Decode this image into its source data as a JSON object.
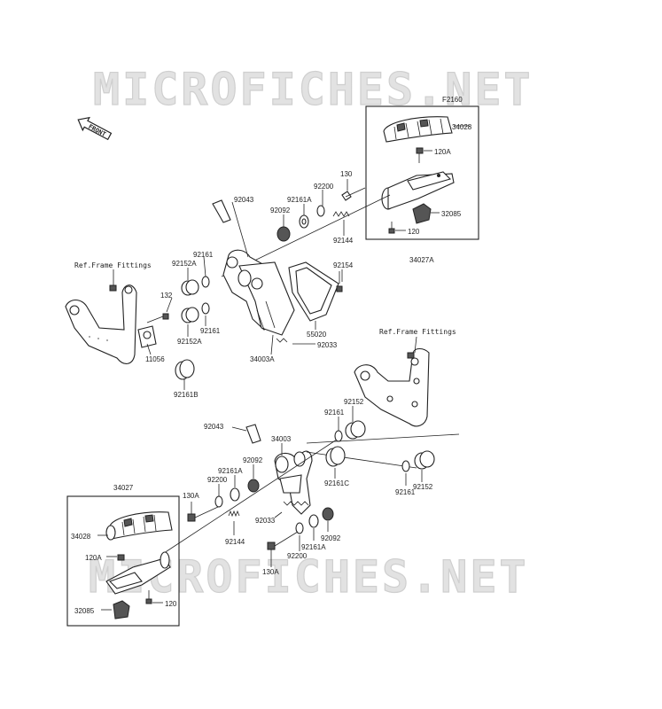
{
  "watermarks": [
    "MICROFICHES.NET",
    "MICROFICHES.NET"
  ],
  "diagram_code": "F2160",
  "front_label": "FRONT",
  "labels": {
    "p34028_top": "34028",
    "p120A_top": "120A",
    "p32085_top": "32085",
    "p120_top": "120",
    "p34027A": "34027A",
    "p130_top": "130",
    "p92200_top": "92200",
    "p92161A_top": "92161A",
    "p92092_top": "92092",
    "p92043_top": "92043",
    "p92144_top": "92144",
    "p92154": "92154",
    "p92161_a": "92161",
    "p92152A_a": "92152A",
    "p132": "132",
    "p92152A_b": "92152A",
    "p92161_b": "92161",
    "p11056": "11056",
    "p92161B": "92161B",
    "p55020": "55020",
    "p92033_top": "92033",
    "p34003A": "34003A",
    "p92152_top": "92152",
    "p92161_c": "92161",
    "p92043_bot": "92043",
    "p34003": "34003",
    "p92161A_bot1": "92161A",
    "p92092_bot1": "92092",
    "p92200_bot1": "92200",
    "p130A_top": "130A",
    "p92161C": "92161C",
    "p92152_bot": "92152",
    "p92161_d": "92161",
    "p34027": "34027",
    "p34028_bot": "34028",
    "p120A_bot": "120A",
    "p32085_bot": "32085",
    "p120_bot": "120",
    "p92144_bot": "92144",
    "p92033_bot": "92033",
    "p92092_bot2": "92092",
    "p92161A_bot2": "92161A",
    "p92200_bot2": "92200",
    "p130A_bot": "130A"
  },
  "notes": {
    "ref_frame_left": "Ref.Frame Fittings",
    "ref_frame_right": "Ref.Frame Fittings"
  }
}
